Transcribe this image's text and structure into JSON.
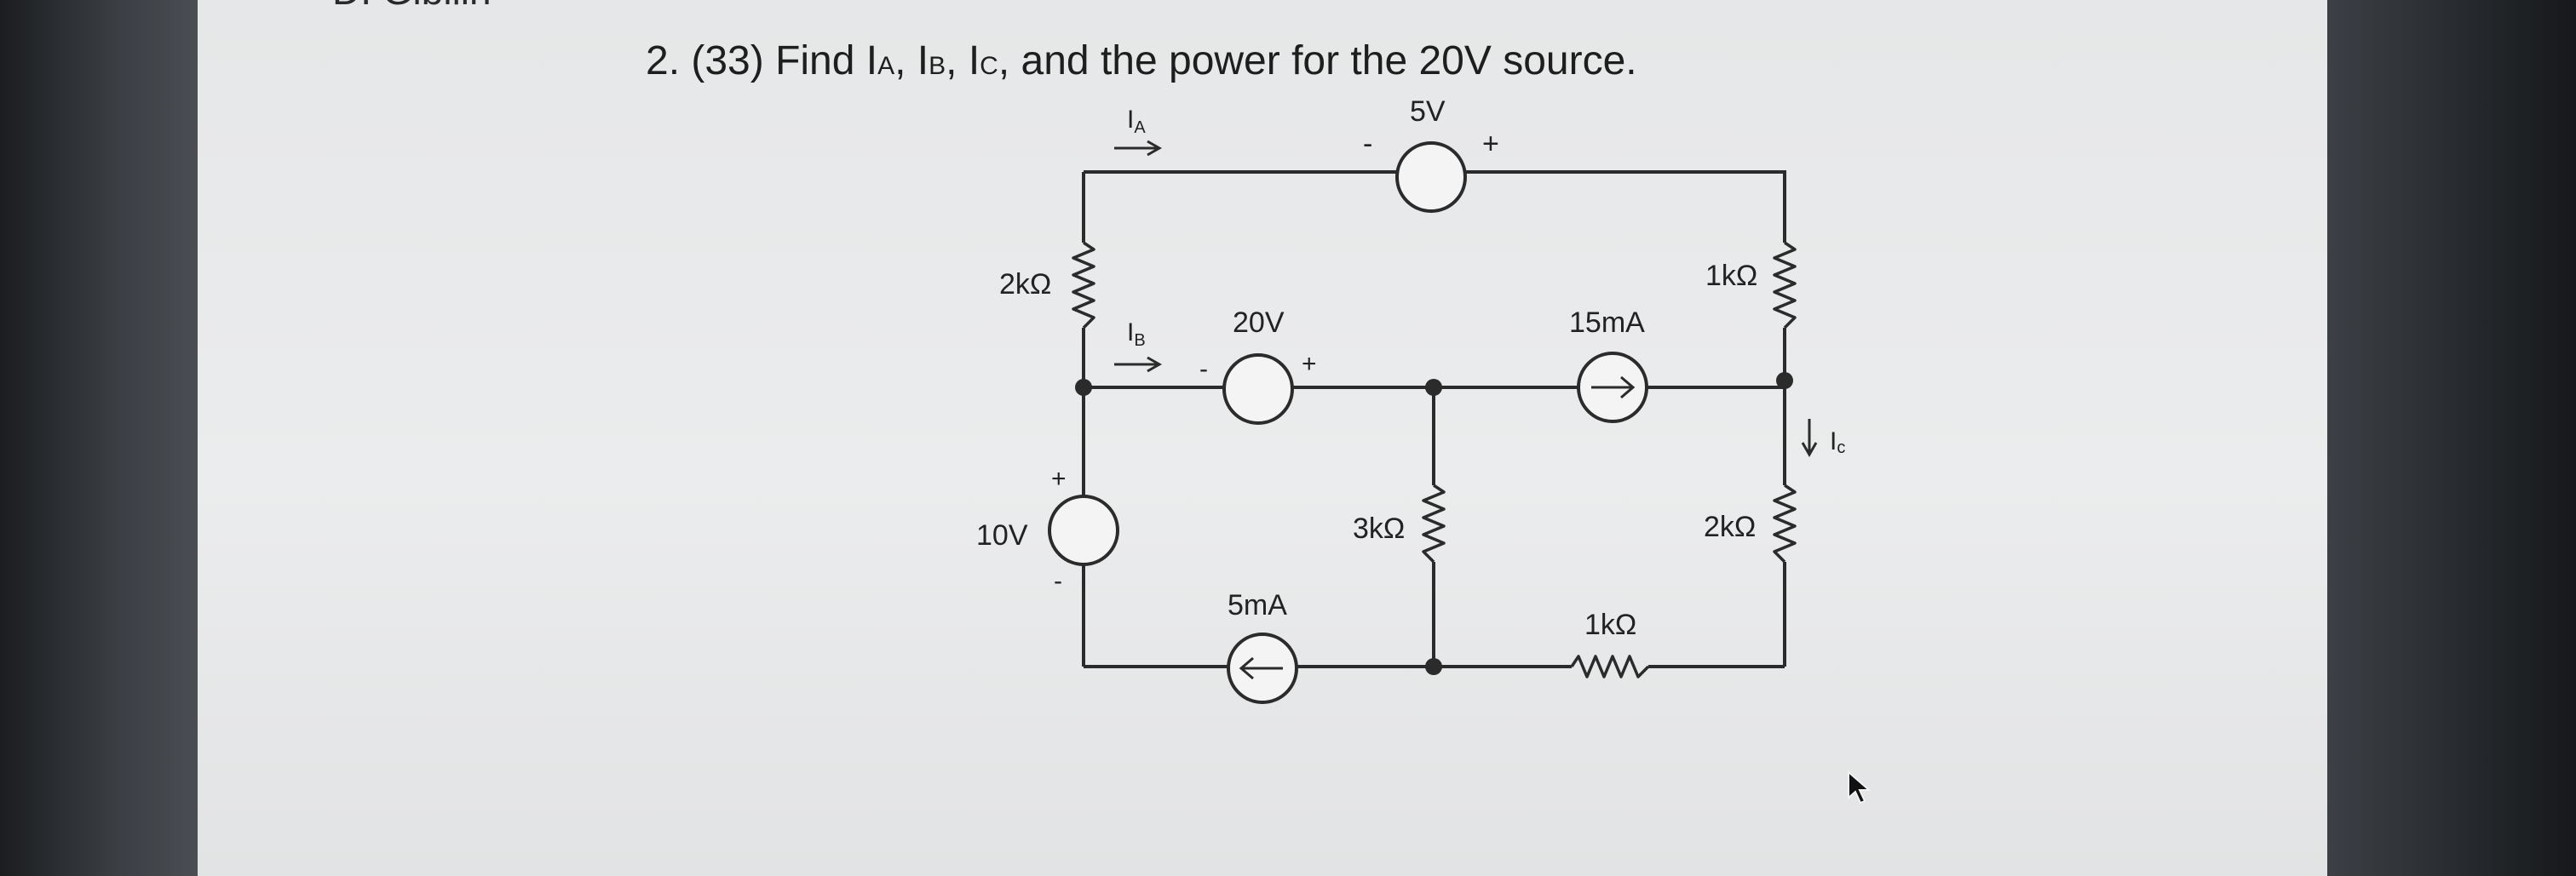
{
  "page": {
    "cut_heading": "D. Gibilin"
  },
  "problem": {
    "number_label": "2. (33) Find I",
    "sub_a": "A",
    "sep1": ", I",
    "sub_b": "B",
    "sep2": ", I",
    "sub_c": "C",
    "tail": ", and the power for the 20V source."
  },
  "circuit": {
    "labels": {
      "v5": "5V",
      "v20": "20V",
      "v10": "10V",
      "i15": "15mA",
      "i5": "5mA",
      "r_left_top": "2kΩ",
      "r_right_top": "1kΩ",
      "r_mid": "3kΩ",
      "r_right_bottom": "2kΩ",
      "r_bottom": "1kΩ",
      "plus": "+",
      "minus": "-",
      "i_letter": "I",
      "ia_sub": "A",
      "ib_sub": "B",
      "ic_sub": "c"
    }
  },
  "icons": {
    "pointer": "mouse-pointer-icon"
  },
  "colors": {
    "screen": "#e8e9ea",
    "ink": "#2b2b2b",
    "bezel": "#2a2d31"
  }
}
